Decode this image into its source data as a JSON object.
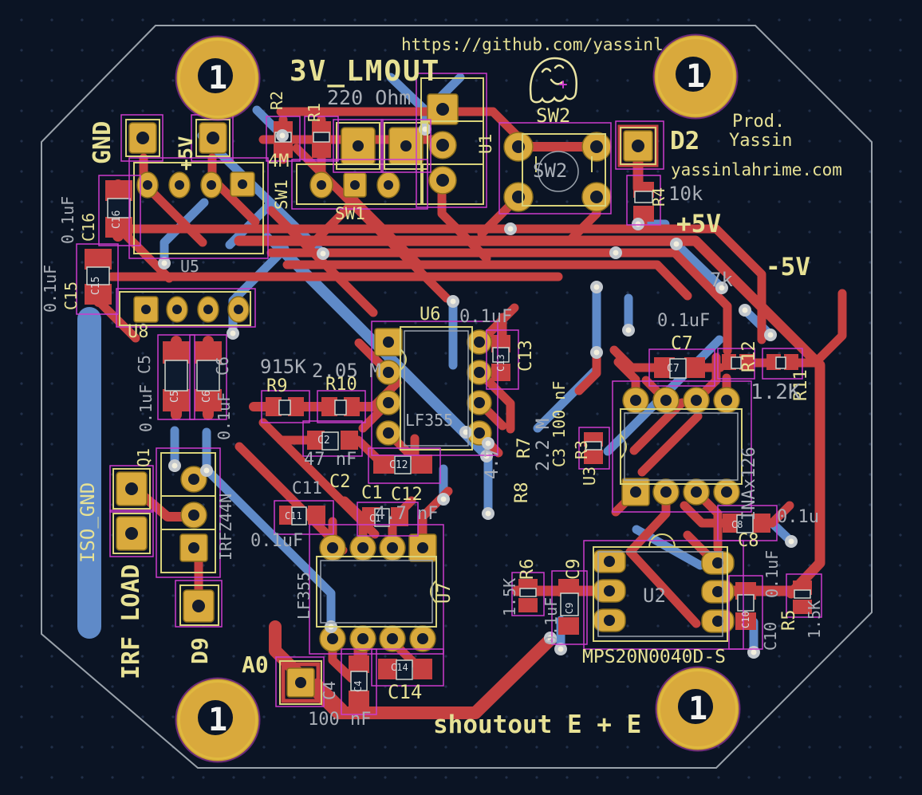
{
  "page": {
    "type": "pcb-layout-view"
  },
  "colors": {
    "background": "#0b1424",
    "copper_front_red": "#c54040",
    "copper_back_blue": "#5f8ac8",
    "pad_gold": "#d9a93c",
    "silkscreen_yellow": "#e7e195",
    "value_gray": "#a9aeb6",
    "courtyard_magenta": "#cc3bcc",
    "board_outline_gray": "#9aa2ab"
  },
  "labels": {
    "hole": "1",
    "url": "https://github.com/yassinl",
    "lmout": "3V_LMOUT",
    "gnd": "GND",
    "p5v": "+5V",
    "m5v": "-5V",
    "d2": "D2",
    "prod": "Prod.",
    "yassin": "Yassin",
    "site": "yassinlahrime.com",
    "sw2": "SW2",
    "sw1": "SW1",
    "m4": "4M",
    "u1": "U1",
    "r1": "R1",
    "r2": "R2",
    "v220": "220 Ohm",
    "r4": "R4",
    "v10k": "10k",
    "v7k": "7k",
    "v01uf": "0.1uF",
    "v01u": "0.1u",
    "c7": "C7",
    "c8": "C8",
    "r12": "R12",
    "r11": "R11",
    "v12k": "1.2K",
    "ina": "INAx126",
    "c16": "C16",
    "c15": "C15",
    "u5": "U5",
    "u8": "U8",
    "c5": "C5",
    "c6": "C6",
    "q1": "Q1",
    "irfz": "IRFZ44N",
    "irfload": "IRF LOAD",
    "d9": "D9",
    "iso": "ISO_GND",
    "a0": "A0",
    "c4": "C4",
    "v100nf": "100 nF",
    "c14": "C14",
    "shoutout": "shoutout E + E",
    "u6": "U6",
    "lf355": "LF355",
    "c13": "C13",
    "v915k": "915K",
    "v205m": "2.05 M",
    "r9": "R9",
    "r10": "R10",
    "v47nf": "47 nF",
    "c2": "C2",
    "c1": "C1",
    "c12": "C12",
    "v47nf2": "4.7 nF",
    "c11": "C11",
    "u7": "U7",
    "r7": "R7",
    "v22m": "2.2 M",
    "r8": "R8",
    "v47": "4.7",
    "r3": "R3",
    "u3": "U3",
    "c3v": "C3 100 nF",
    "r6": "R6",
    "v15k": "1.5K",
    "c9": "C9",
    "u2": "U2",
    "mps": "MPS20N0040D-S",
    "c10": "C10",
    "r5": "R5"
  }
}
